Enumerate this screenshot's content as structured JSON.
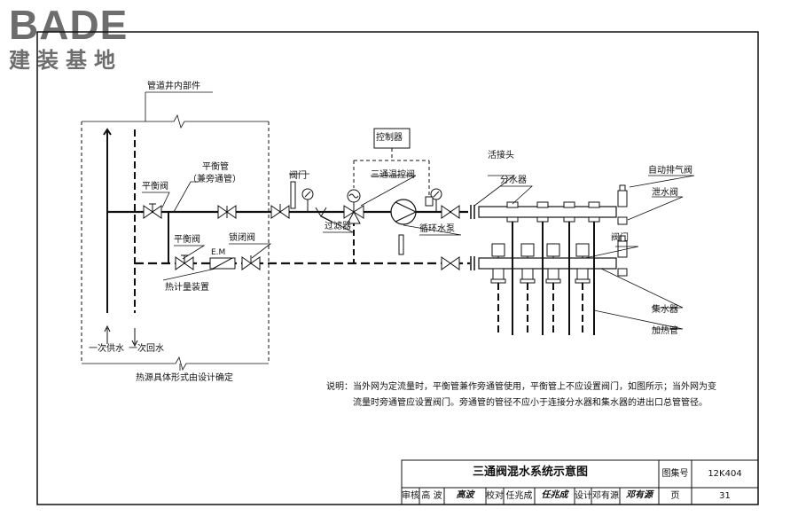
{
  "logo": {
    "text": "BADE",
    "subtitle": "建装基地"
  },
  "labels": {
    "shaft_parts": "管道井内部件",
    "balance_valve_1": "平衡阀",
    "balance_pipe": "平衡管",
    "bypass_pipe": "（兼旁通管）",
    "valve_1": "阀门",
    "controller": "控制器",
    "three_way_valve": "三通温控阀",
    "union": "活接头",
    "distributor": "分水器",
    "auto_vent": "自动排气阀",
    "drain_valve": "泄水阀",
    "lock_valve": "锁闭阀",
    "em": "E.M",
    "balance_valve_2": "平衡阀",
    "filter": "过滤器",
    "pump": "循环水泵",
    "valve_2": "阀门",
    "heat_meter": "热计量装置",
    "collector": "集水器",
    "heating_pipe": "加热管",
    "primary_supply": "一次供水",
    "primary_return": "一次回水",
    "heat_source": "热源具体形式由设计确定"
  },
  "note": {
    "prefix": "说明：",
    "line1": "当外网为定流量时，平衡管兼作旁通管使用，平衡管上不应设置阀门，如图所示；当外网为变",
    "line2": "流量时旁通管应设置阀门。旁通管的管径不应小于连接分水器和集水器的进出口总管管径。"
  },
  "title_block": {
    "title": "三通阀混水系统示意图",
    "atlas_label": "图集号",
    "atlas_no": "12K404",
    "review_label": "审核",
    "reviewer": "高 波",
    "reviewer_sig": "高波",
    "check_label": "校对",
    "checker": "任兆成",
    "checker_sig": "任兆成",
    "design_label": "设计",
    "designer": "邓有源",
    "designer_sig": "邓有源",
    "page_label": "页",
    "page_no": "31"
  }
}
